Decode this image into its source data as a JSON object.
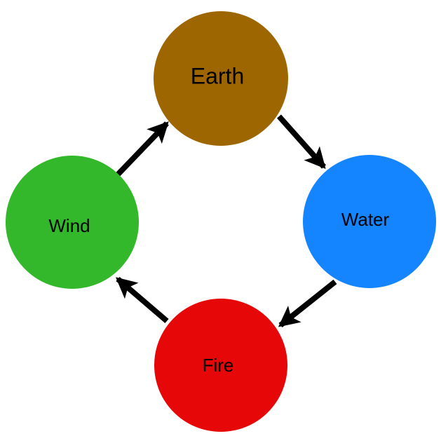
{
  "diagram": {
    "nodes": [
      {
        "id": "earth",
        "label": "Earth",
        "color": "#9E6600"
      },
      {
        "id": "water",
        "label": "Water",
        "color": "#1484FF"
      },
      {
        "id": "fire",
        "label": "Fire",
        "color": "#E60808"
      },
      {
        "id": "wind",
        "label": "Wind",
        "color": "#32B82A"
      }
    ],
    "edges": [
      {
        "from": "earth",
        "to": "water"
      },
      {
        "from": "water",
        "to": "fire"
      },
      {
        "from": "fire",
        "to": "wind"
      },
      {
        "from": "wind",
        "to": "earth"
      }
    ],
    "arrow_color": "#000000"
  }
}
